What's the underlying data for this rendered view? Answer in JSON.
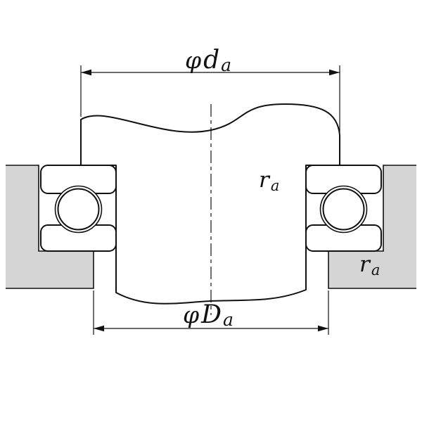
{
  "labels": {
    "dim_top": {
      "symbol": "φ",
      "letter": "d",
      "subscript": "a"
    },
    "dim_bottom": {
      "symbol": "φ",
      "letter": "D",
      "subscript": "a"
    },
    "fillet_upper": {
      "letter": "r",
      "subscript": "a"
    },
    "fillet_lower": {
      "letter": "r",
      "subscript": "a"
    }
  },
  "colors": {
    "housing": "#d5d5d5",
    "line": "#111111",
    "background": "#ffffff"
  }
}
